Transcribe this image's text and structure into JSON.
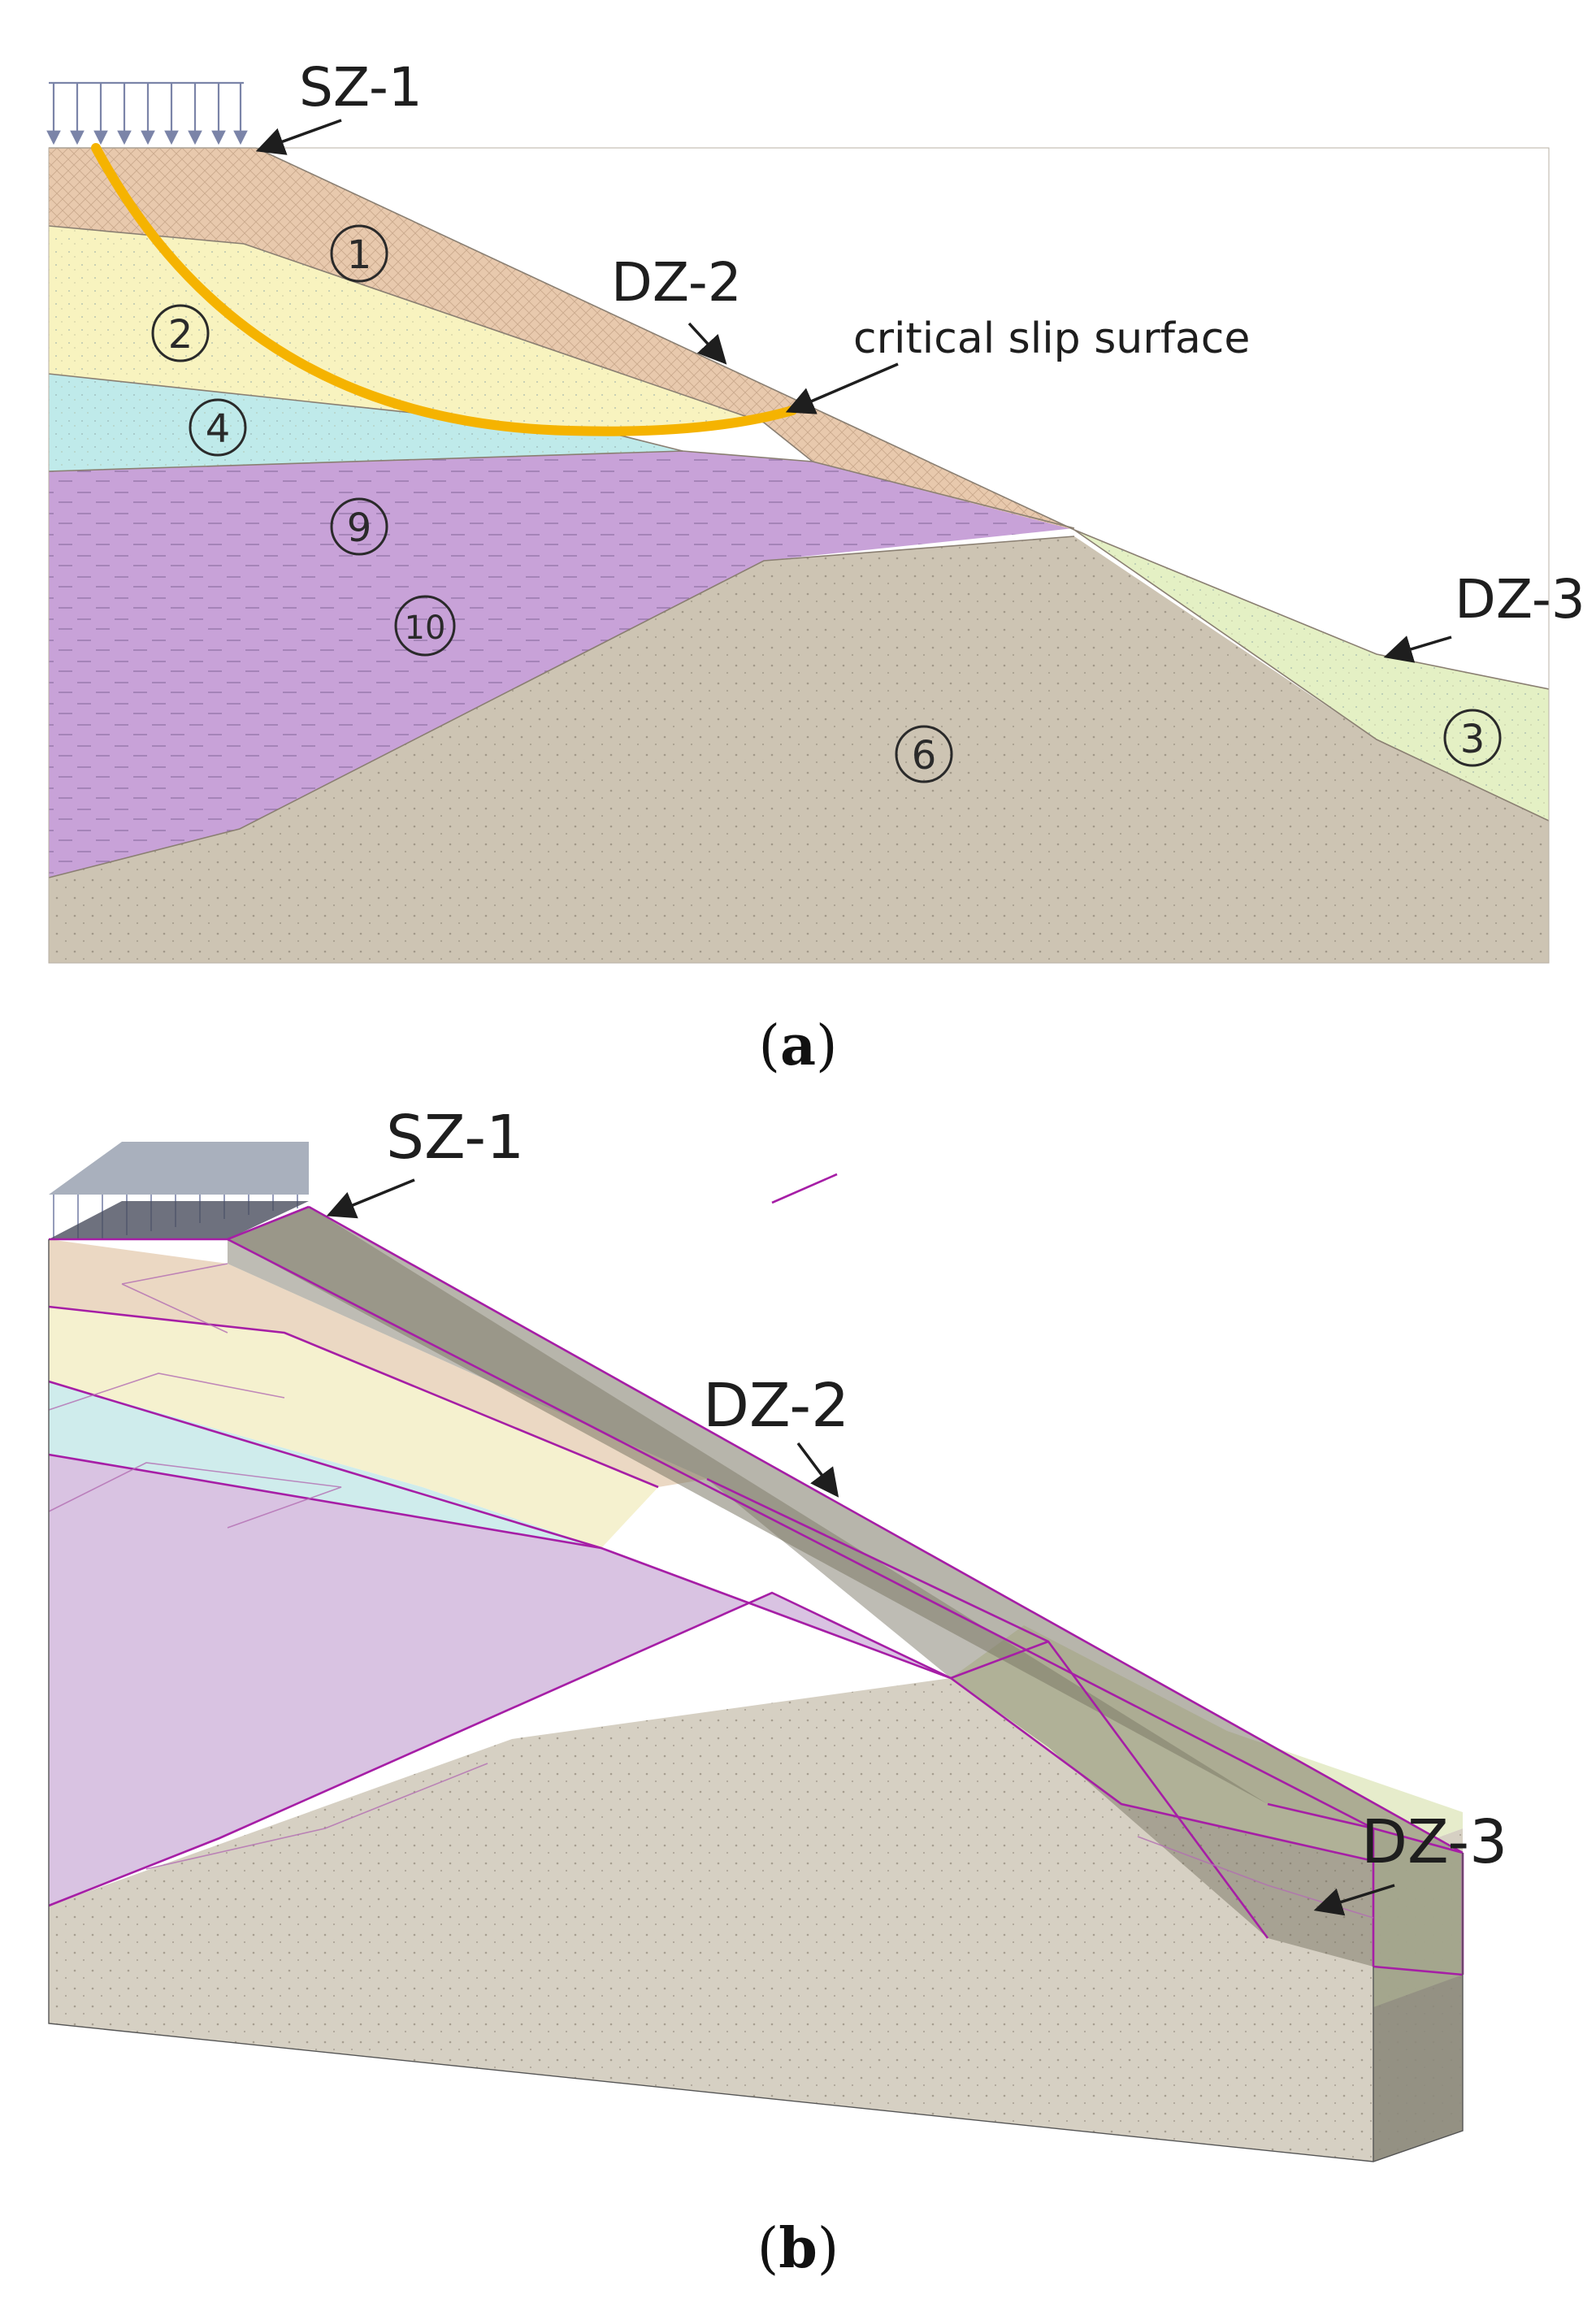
{
  "panel_a": {
    "caption_open": "(",
    "caption_letter": "a",
    "caption_close": ")",
    "labels": {
      "sz1": "SZ-1",
      "dz2": "DZ-2",
      "dz3": "DZ-3",
      "slip": "critical slip surface"
    },
    "layer_numbers": {
      "l1": "1",
      "l2": "2",
      "l3": "3",
      "l4": "4",
      "l6": "6",
      "l9": "9",
      "l10": "10"
    },
    "colors": {
      "layer_1": "#e8c9ad",
      "layer_2": "#f8f3bf",
      "layer_4": "#bfeaea",
      "layer_9_10": "#c8a2d8",
      "layer_6": "#cdc4b3",
      "layer_3": "#e4f0c4",
      "slip_surface": "#f5b300",
      "load_arrows": "#7b84a8"
    }
  },
  "panel_b": {
    "caption_open": "(",
    "caption_letter": "b",
    "caption_close": ")",
    "labels": {
      "sz1": "SZ-1",
      "dz2": "DZ-2",
      "dz3": "DZ-3"
    },
    "colors": {
      "edges": "#a61ea6",
      "zone_fill": "#6e6a58",
      "load_plate": "#9aa2b2"
    }
  }
}
